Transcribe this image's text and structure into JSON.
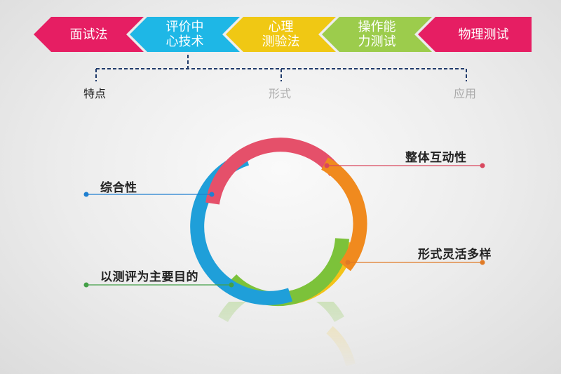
{
  "tabs": [
    {
      "line1": "面试法",
      "line2": "",
      "color": "#e61e63"
    },
    {
      "line1": "评价中",
      "line2": "心技术",
      "color": "#1eb7e6"
    },
    {
      "line1": "心理",
      "line2": "测验法",
      "color": "#f0c814"
    },
    {
      "line1": "操作能",
      "line2": "力测试",
      "color": "#9ccc4c"
    },
    {
      "line1": "物理测试",
      "line2": "",
      "color": "#e61e63"
    }
  ],
  "bracket": {
    "items": [
      {
        "label": "特点",
        "color": "#222222"
      },
      {
        "label": "形式",
        "color": "#aaaaaa"
      },
      {
        "label": "应用",
        "color": "#aaaaaa"
      }
    ],
    "line_color": "#1f3a6a"
  },
  "ring": {
    "colors": {
      "pink": "#e5506a",
      "orange": "#f08a1e",
      "yellow": "#f3c318",
      "green": "#7cc23a",
      "blue": "#1f9fd9"
    }
  },
  "callouts": [
    {
      "text": "整体互动性",
      "line_color": "#d9475e",
      "dot_color": "#d9475e"
    },
    {
      "text": "综合性",
      "line_color": "#1f7fd0",
      "dot_color": "#1f7fd0"
    },
    {
      "text": "形式灵活多样",
      "line_color": "#e07a26",
      "dot_color": "#e07a26"
    },
    {
      "text": "以测评为主要目的",
      "line_color": "#43a047",
      "dot_color": "#43a047"
    }
  ]
}
